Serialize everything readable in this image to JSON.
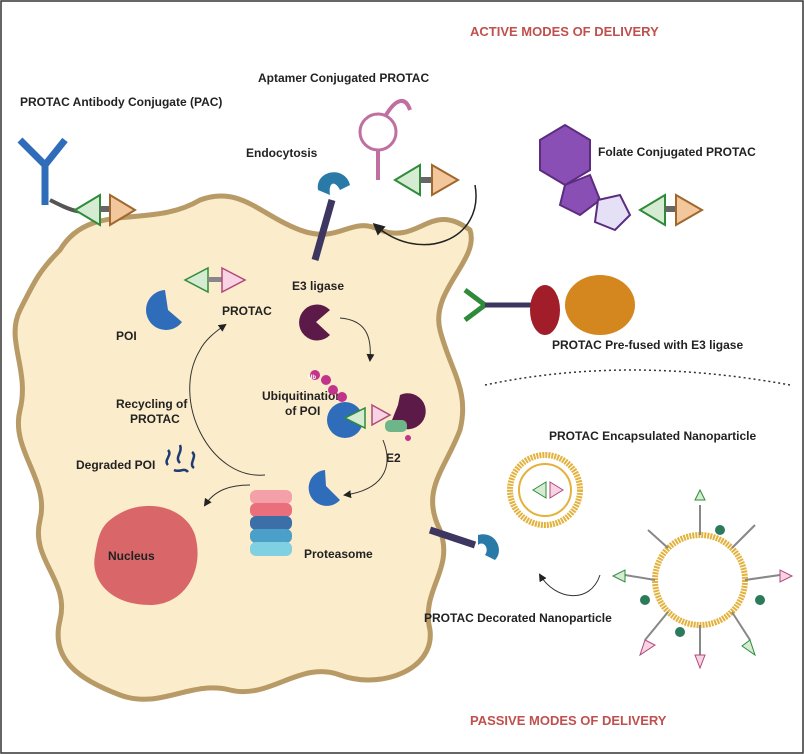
{
  "headings": {
    "active": "ACTIVE MODES OF DELIVERY",
    "passive": "PASSIVE MODES OF DELIVERY"
  },
  "labels": {
    "aptamer": "Aptamer Conjugated PROTAC",
    "pac": "PROTAC Antibody Conjugate (PAC)",
    "endocytosis": "Endocytosis",
    "folate": "Folate Conjugated PROTAC",
    "e3": "E3 ligase",
    "protac": "PROTAC",
    "poi": "POI",
    "prefused": "PROTAC Pre-fused with E3 ligase",
    "recycling1": "Recycling of",
    "recycling2": "PROTAC",
    "ubiq1": "Ubiquitination",
    "ubiq2": "of POI",
    "e2": "E2",
    "encapsulated": "PROTAC Encapsulated Nanoparticle",
    "degraded": "Degraded POI",
    "nucleus": "Nucleus",
    "proteasome": "Proteasome",
    "decorated": "PROTAC Decorated Nanoparticle",
    "ub": "Ub"
  },
  "colors": {
    "cell": "#fbeccb",
    "membrane": "#b89a66",
    "poi": "#2f6dbb",
    "e3": "#5c1a48",
    "green": "#d6ecd2",
    "pink": "#f7d3e3",
    "orange": "#f3c79c",
    "nucleus": "#d9676a",
    "heading": "#c0504d"
  }
}
